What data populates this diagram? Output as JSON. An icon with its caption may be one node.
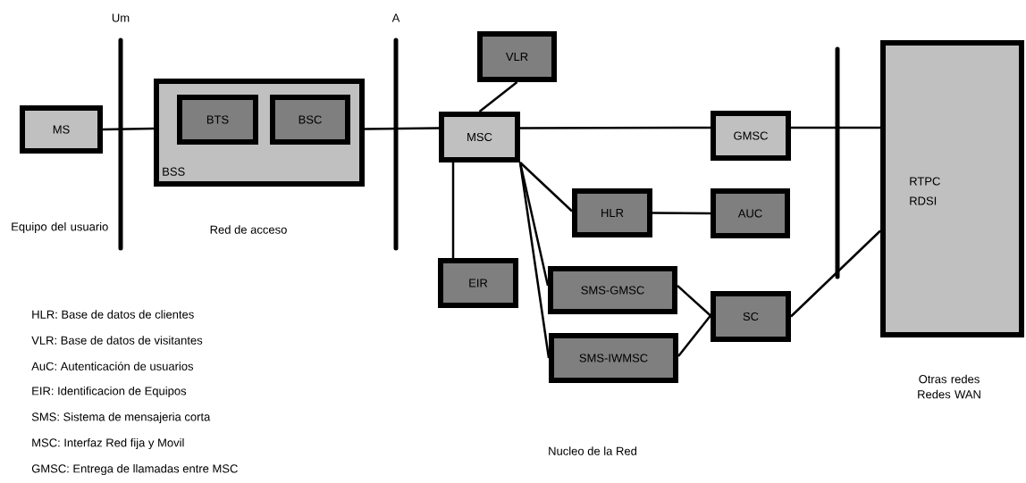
{
  "diagram": {
    "nodes": [
      {
        "text": [
          "MS"
        ]
      },
      {
        "text": [
          "BSS"
        ]
      },
      {
        "text": [
          "BTS"
        ],
        "in": 1
      },
      {
        "text": [
          "BSC"
        ],
        "in": 1
      },
      {
        "text": [
          "VLR"
        ]
      },
      {
        "text": [
          "MSC"
        ]
      },
      {
        "text": [
          "GMSC"
        ]
      },
      {
        "text": [
          "HLR"
        ]
      },
      {
        "text": [
          "AUC"
        ]
      },
      {
        "text": [
          "EIR"
        ]
      },
      {
        "text": [
          "SMS-GMSC"
        ]
      },
      {
        "text": [
          "SMS-IWMSC"
        ]
      },
      {
        "text": [
          "SC"
        ]
      },
      {
        "text": [
          "RTPC",
          "RDSI"
        ]
      }
    ],
    "edges": [
      {
        "from": 0,
        "to": 1,
        "arrow": "none"
      },
      {
        "from": 1,
        "to": 5,
        "arrow": "none"
      },
      {
        "from": 4,
        "to": 5,
        "arrow": "none"
      },
      {
        "from": 5,
        "to": 6,
        "arrow": "none"
      },
      {
        "from": 6,
        "to": 13,
        "arrow": "none"
      },
      {
        "from": 5,
        "to": 9,
        "arrow": "none"
      },
      {
        "from": 5,
        "to": 7,
        "arrow": "none"
      },
      {
        "from": 7,
        "to": 8,
        "arrow": "none"
      },
      {
        "from": 5,
        "to": 10,
        "arrow": "none"
      },
      {
        "from": 5,
        "to": 11,
        "arrow": "none"
      },
      {
        "from": 10,
        "to": 12,
        "arrow": "none"
      },
      {
        "from": 11,
        "to": 12,
        "arrow": "none"
      },
      {
        "from": 12,
        "to": 13,
        "arrow": "none"
      }
    ],
    "labels": [
      "Um",
      "A",
      "Equipo del usuario",
      "Red de acceso",
      "HLR: Base de datos de clientes",
      "VLR: Base de datos de visitantes",
      "AuC: Autenticación de usuarios",
      "EIR: Identificacion de Equipos",
      "SMS: Sistema de mensajeria corta",
      "MSC: Interfaz Red fija y Movil",
      "GMSC: Entrega de llamadas entre MSC",
      "Nucleo de la Red",
      "Otras redes Redes WAN"
    ]
  }
}
